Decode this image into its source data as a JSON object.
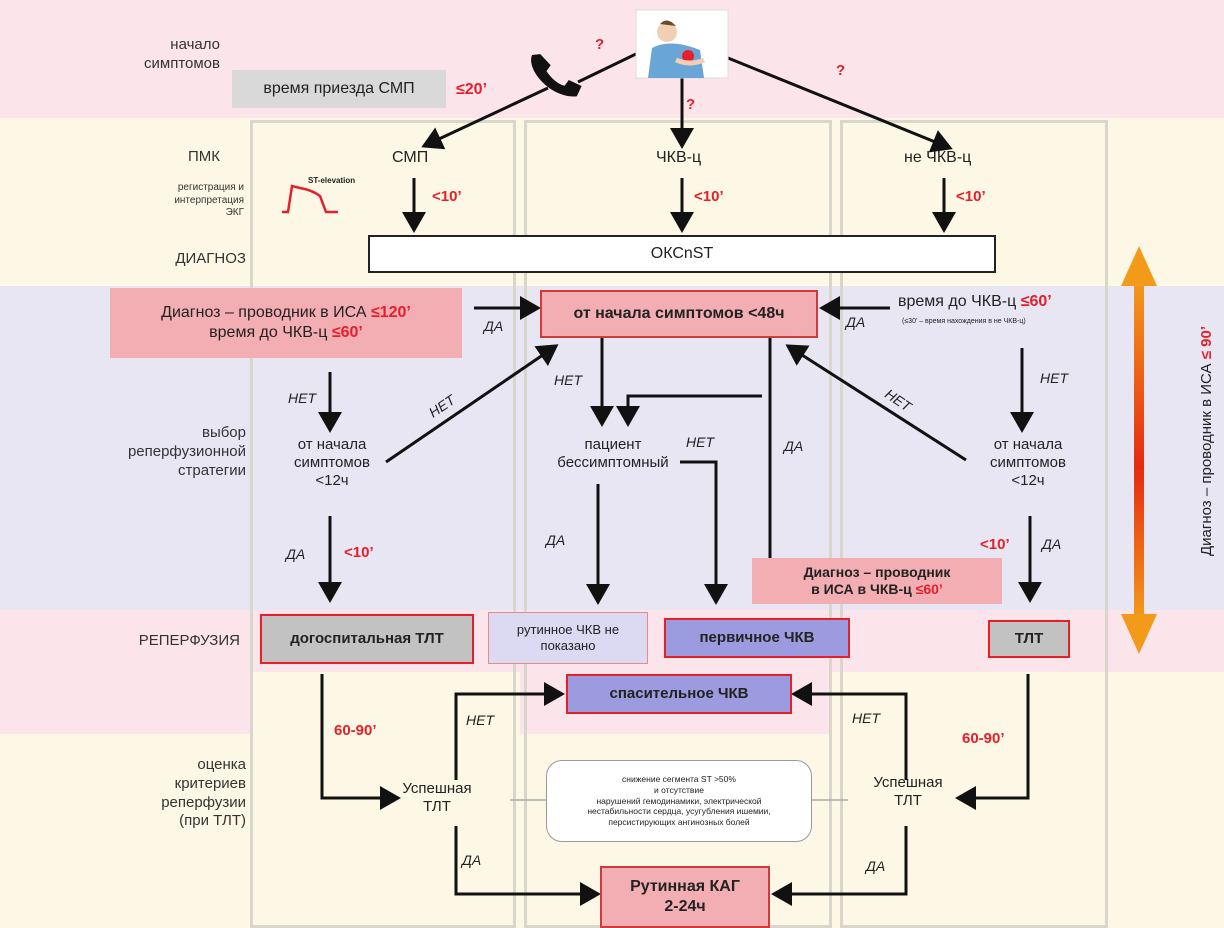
{
  "left_labels": {
    "onset": "начало\nсимптомов",
    "pmk": "ПМК",
    "ecg": "регистрация и\nинтерпретация\nЭКГ",
    "diagnosis": "ДИАГНОЗ",
    "choice": "выбор\nреперфузионной\nстратегии",
    "reperfusion": "РЕПЕРФУЗИЯ",
    "assessment": "оценка\nкритериев\nреперфузии\n(при ТЛТ)"
  },
  "top": {
    "arrival": "время приезда СМП",
    "arrival_time": "≤20’",
    "q1": "?",
    "q2": "?",
    "q3": "?",
    "ecg_caption": "ST-elevation"
  },
  "columns": {
    "smp": "СМП",
    "pci_center": "ЧКВ-ц",
    "non_pci": "не ЧКВ-ц",
    "t1": "<10’",
    "t2": "<10’",
    "t3": "<10’"
  },
  "okcnst": "ОКСnST",
  "left_box": {
    "l1": "Диагноз – проводник в ИСА ",
    "v1": "≤120’",
    "l2": "время до ЧКВ-ц ",
    "v2": "≤60’"
  },
  "center_box": "от начала симптомов <48ч",
  "right_box": {
    "l1": "время до ЧКВ-ц ",
    "v1": "≤60’",
    "note": "(≤30’ – время нахождения в не ЧКВ-ц)"
  },
  "flow": {
    "da": "ДА",
    "net": "НЕТ",
    "onset12": "от начала\nсимптомов\n<12ч",
    "asymptomatic": "пациент\nбессимптомный",
    "t10": "<10’",
    "diag_pci": "Диагноз – проводник\nв ИСА в ЧКВ-ц ",
    "diag_pci_val": "≤60’"
  },
  "reperf": {
    "prehosp": "догоспитальная ТЛТ",
    "routine_no": "рутинное ЧКВ не показано",
    "primary": "первичное ЧКВ",
    "tlt": "ТЛТ",
    "rescue": "спасительное ЧКВ"
  },
  "assess": {
    "t6090": "60-90’",
    "success": "Успешная\nТЛТ",
    "criteria": "снижение сегмента ST >50%\nи отсутствие\nнарушений гемодинамики, электрической\nнестабильности сердца, усугубления ишемии,\nперсистирующих ангинозных болей",
    "kag": "Рутинная КАГ\n2-24ч"
  },
  "vertical": {
    "text": "Диагноз – проводник в ИСА ",
    "val": "≤ 90’"
  },
  "colors": {
    "pink_band": "#fbe5ea",
    "cream_band": "#fdf7e6",
    "purple_band": "#e9e6f4",
    "accent_red": "#e5202a",
    "pink_box": "#f3aeb3",
    "violet_box": "#9d9be0",
    "grey_box": "#c2c2c2"
  }
}
